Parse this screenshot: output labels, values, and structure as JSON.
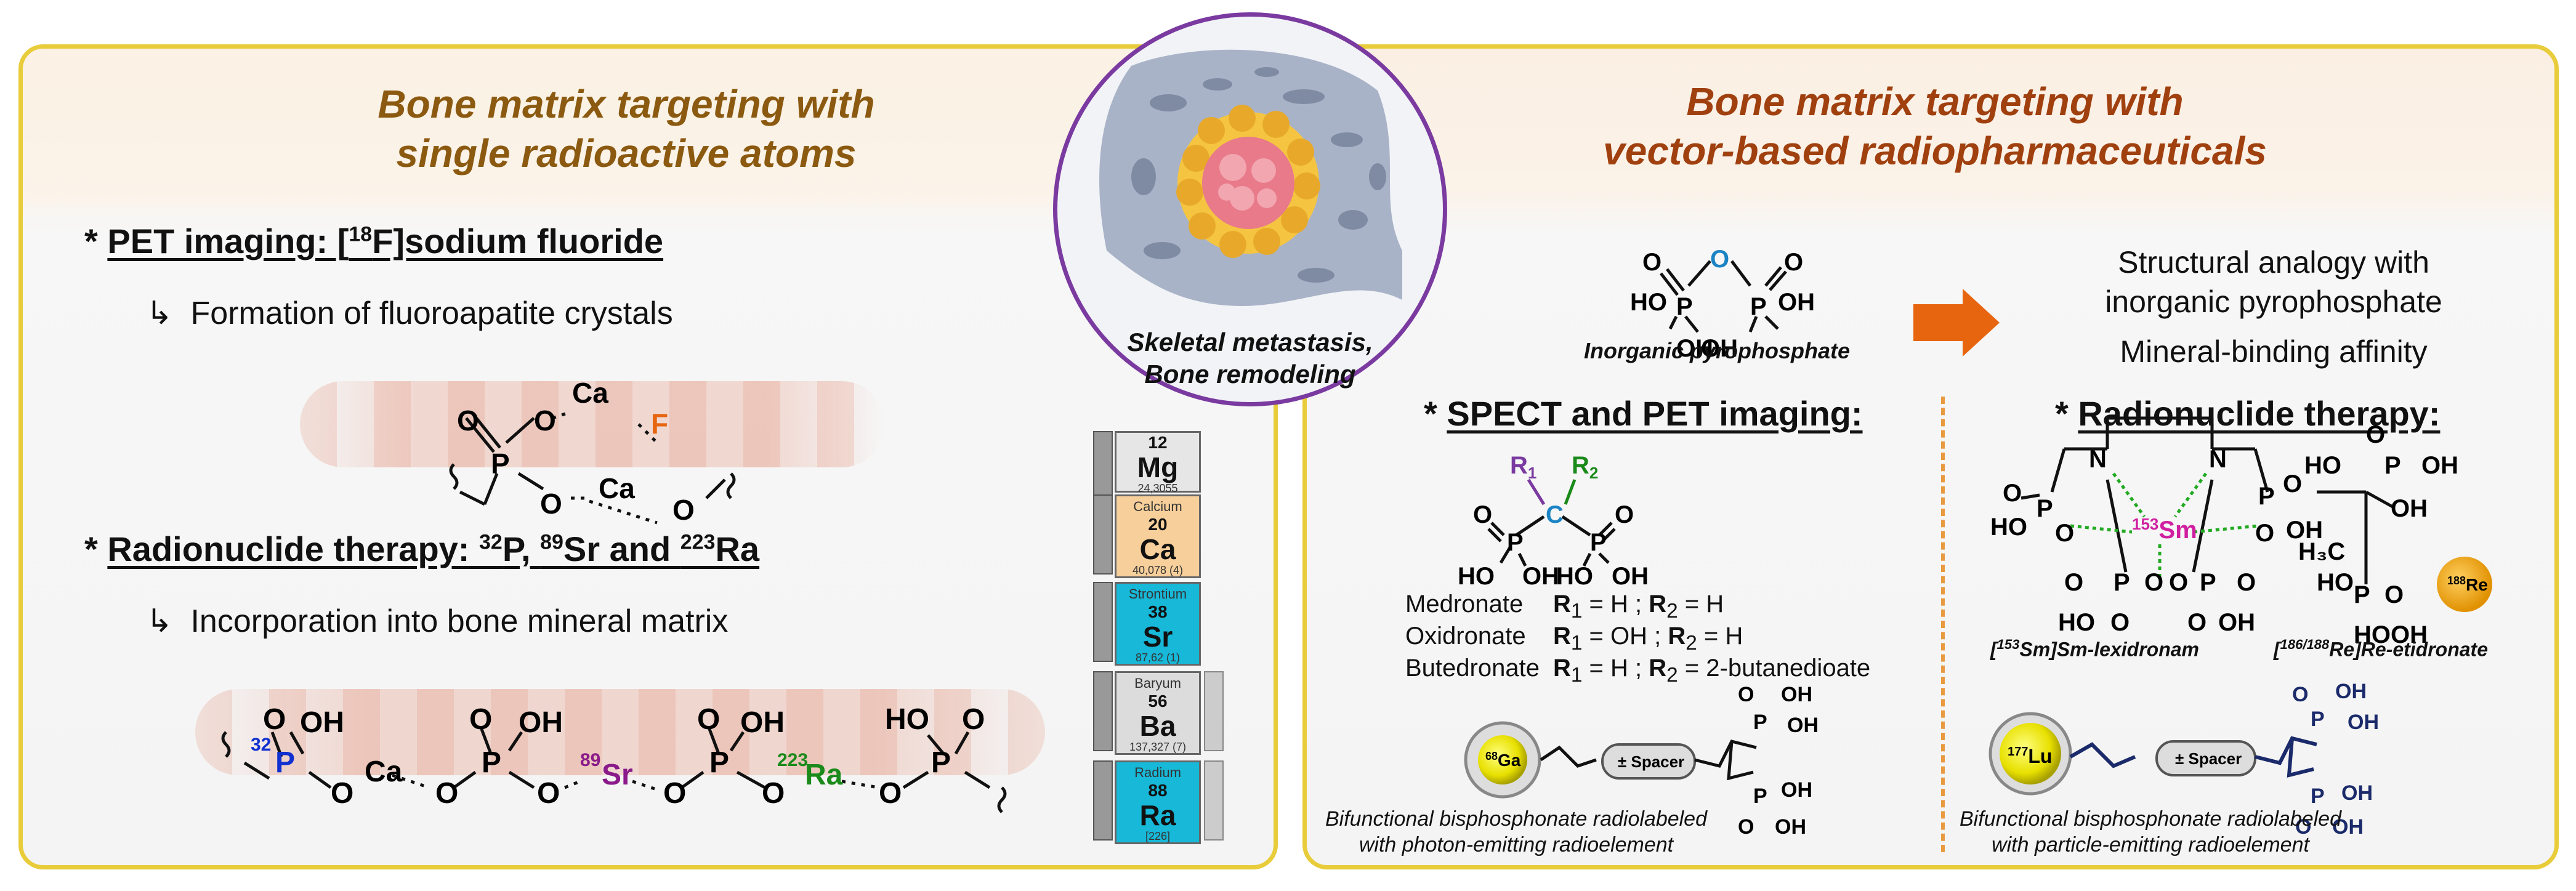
{
  "left": {
    "title_line1": "Bone matrix targeting with",
    "title_line2": "single radioactive atoms",
    "pet": {
      "star": "*",
      "label_pre": "PET imaging: [",
      "label_sup": "18",
      "label_post": "F]sodium fluoride",
      "arrow": "↳",
      "sub": "Formation of fluoroapatite crystals"
    },
    "therapy": {
      "star": "*",
      "label_pre": "Radionuclide therapy: ",
      "sup1": "32",
      "t1": "P, ",
      "sup2": "89",
      "t2": "Sr and ",
      "sup3": "223",
      "t3": "Ra",
      "arrow": "↳",
      "sub": "Incorporation into bone mineral matrix"
    },
    "fluoro_atoms": {
      "P": "P",
      "O": "O",
      "Ca": "Ca",
      "F": "F"
    },
    "chain_atoms": {
      "P32": "32",
      "P": "P",
      "OH": "OH",
      "Ca": "Ca",
      "Sr89": "89",
      "Sr": "Sr",
      "Ra223": "223",
      "Ra": "Ra",
      "HO": "HO",
      "O": "O"
    }
  },
  "center": {
    "caption_line1": "Skeletal metastasis,",
    "caption_line2": "Bone remodeling"
  },
  "periodic": [
    {
      "name": "",
      "number": "12",
      "symbol": "Mg",
      "weight": "24,3055",
      "color": "#e6e6e6"
    },
    {
      "name": "Calcium",
      "number": "20",
      "symbol": "Ca",
      "weight": "40,078 (4)",
      "color": "#f7cf9a"
    },
    {
      "name": "Strontium",
      "number": "38",
      "symbol": "Sr",
      "weight": "87,62 (1)",
      "color": "#17b8d8"
    },
    {
      "name": "Baryum",
      "number": "56",
      "symbol": "Ba",
      "weight": "137,327 (7)",
      "color": "#dcdcdc"
    },
    {
      "name": "Radium",
      "number": "88",
      "symbol": "Ra",
      "weight": "[226]",
      "color": "#17b8d8"
    }
  ],
  "right": {
    "title_line1": "Bone matrix targeting with",
    "title_line2": "vector-based radiopharmaceuticals",
    "pyro_label": "Inorganic pyrophosphate",
    "analogy_line1": "Structural analogy with",
    "analogy_line2": "inorganic pyrophosphate",
    "affinity": "Mineral-binding affinity",
    "spect": {
      "star": "*",
      "label": "SPECT and PET imaging:"
    },
    "therapy": {
      "star": "*",
      "label": "Radionuclide therapy:"
    },
    "legend": [
      {
        "name": "Medronate",
        "r1": "R",
        "r1sub": "1",
        "r1val": " = H ; ",
        "r2": "R",
        "r2sub": "2",
        "r2val": " = H"
      },
      {
        "name": "Oxidronate",
        "r1": "R",
        "r1sub": "1",
        "r1val": " = OH ; ",
        "r2": "R",
        "r2sub": "2",
        "r2val": " = H"
      },
      {
        "name": "Butedronate",
        "r1": "R",
        "r1sub": "1",
        "r1val": " = H ; ",
        "r2": "R",
        "r2sub": "2",
        "r2val": " = 2-butanedioate"
      }
    ],
    "lexi_pre": "[",
    "lexi_sup": "153",
    "lexi_post": "Sm]Sm-lexidronam",
    "etid_pre": "[",
    "etid_sup": "186/188",
    "etid_post": "Re]Re-etidronate",
    "ga_sup": "68",
    "ga": "Ga",
    "lu_sup": "177",
    "lu": "Lu",
    "re_sup": "188",
    "re": "Re",
    "sm_sup": "153",
    "sm": "Sm",
    "spacer": "± Spacer",
    "cap_photon_line1": "Bifunctional bisphosphonate radiolabeled",
    "cap_photon_line2": "with photon-emitting radioelement",
    "cap_particle_line1": "Bifunctional bisphosphonate radiolabeled",
    "cap_particle_line2": "with particle-emitting radioelement",
    "atoms": {
      "O": "O",
      "P": "P",
      "HO": "HO",
      "OH": "OH",
      "C": "C",
      "N": "N",
      "H3C": "H₃C",
      "R1": "R",
      "R1s": "1",
      "R2": "R",
      "R2s": "2"
    }
  },
  "colors": {
    "left_title": "#8b5a10",
    "right_title": "#a0400f",
    "border": "#e8cc3a",
    "circle_border": "#7a3aa0",
    "arrow": "#e8650f"
  }
}
